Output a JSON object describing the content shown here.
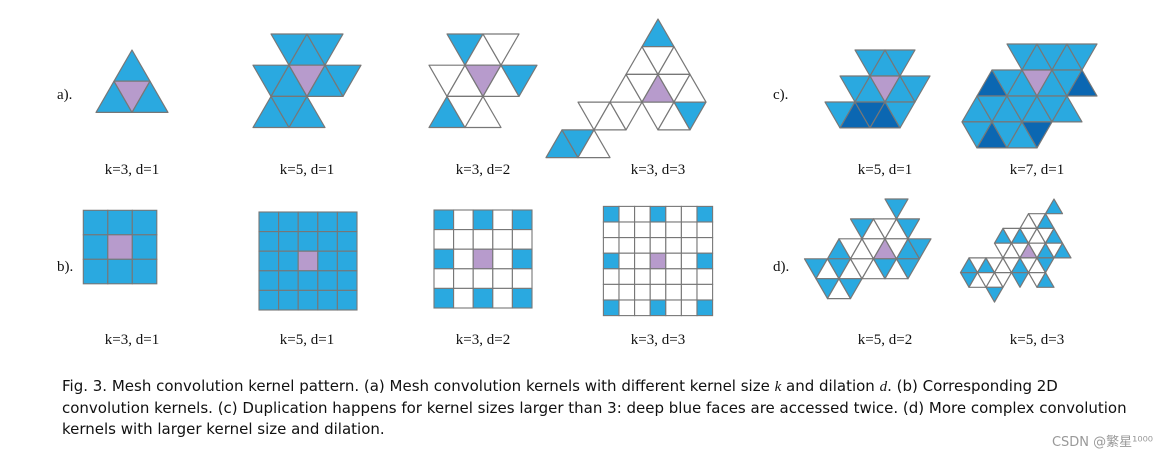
{
  "row_labels": {
    "a": "a).",
    "b": "b).",
    "c": "c).",
    "d": "d)."
  },
  "panels": {
    "a1": "k=3, d=1",
    "a2": "k=5, d=1",
    "a3": "k=3, d=2",
    "a4": "k=3, d=3",
    "b1": "k=3, d=1",
    "b2": "k=5, d=1",
    "b3": "k=3, d=2",
    "b4": "k=3, d=3",
    "c1": "k=5, d=1",
    "c2": "k=7, d=1",
    "d1": "k=5, d=2",
    "d2": "k=5, d=3"
  },
  "caption": {
    "part1": "Fig. 3.  Mesh convolution kernel pattern. (a) Mesh convolution kernels with different kernel size ",
    "k": "k",
    "part2": " and dilation ",
    "d": "d",
    "part3": ". (b) Corresponding 2D convolution kernels. (c) Duplication happens for kernel sizes larger than 3: deep blue faces are accessed twice. (d) More complex convolution kernels with larger kernel size and dilation."
  },
  "watermark": "CSDN @繁星¹⁰⁰⁰",
  "colors": {
    "blue": "#2aa9e0",
    "deep_blue": "#0b67b2",
    "purple": "#b79bcc",
    "stroke": "#777777"
  }
}
